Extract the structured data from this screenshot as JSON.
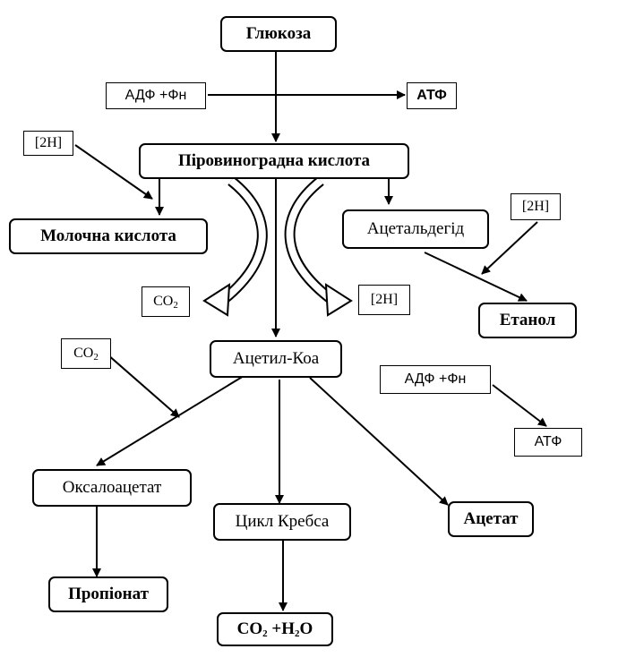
{
  "nodes": {
    "glucose": "Глюкоза",
    "adp_top": "АДФ +Фн",
    "atp_top": "АТФ",
    "h2_left": "[2H]",
    "pyruvic": "Піровиноградна кислота",
    "lactic": "Молочна кислота",
    "acetaldehyde": "Ацетальдегід",
    "h2_right": "[2H]",
    "co2_mid_main": "CO",
    "co2_mid_sub": "2",
    "h2_mid": "[2H]",
    "ethanol": "Етанол",
    "co2_left_main": "CO",
    "co2_left_sub": "2",
    "acetyl_coa": "Ацетил-Коа",
    "adp_right": "АДФ +Фн",
    "atp_right": "АТФ",
    "oxaloacetate": "Оксалоацетат",
    "krebs": "Цикл Кребса",
    "acetate": "Ацетат",
    "propionate": "Пропіонат",
    "final_co2": "CO",
    "final_co2_sub": "2",
    "final_plus": " +H",
    "final_h2o_sub": "2",
    "final_o": "O"
  }
}
